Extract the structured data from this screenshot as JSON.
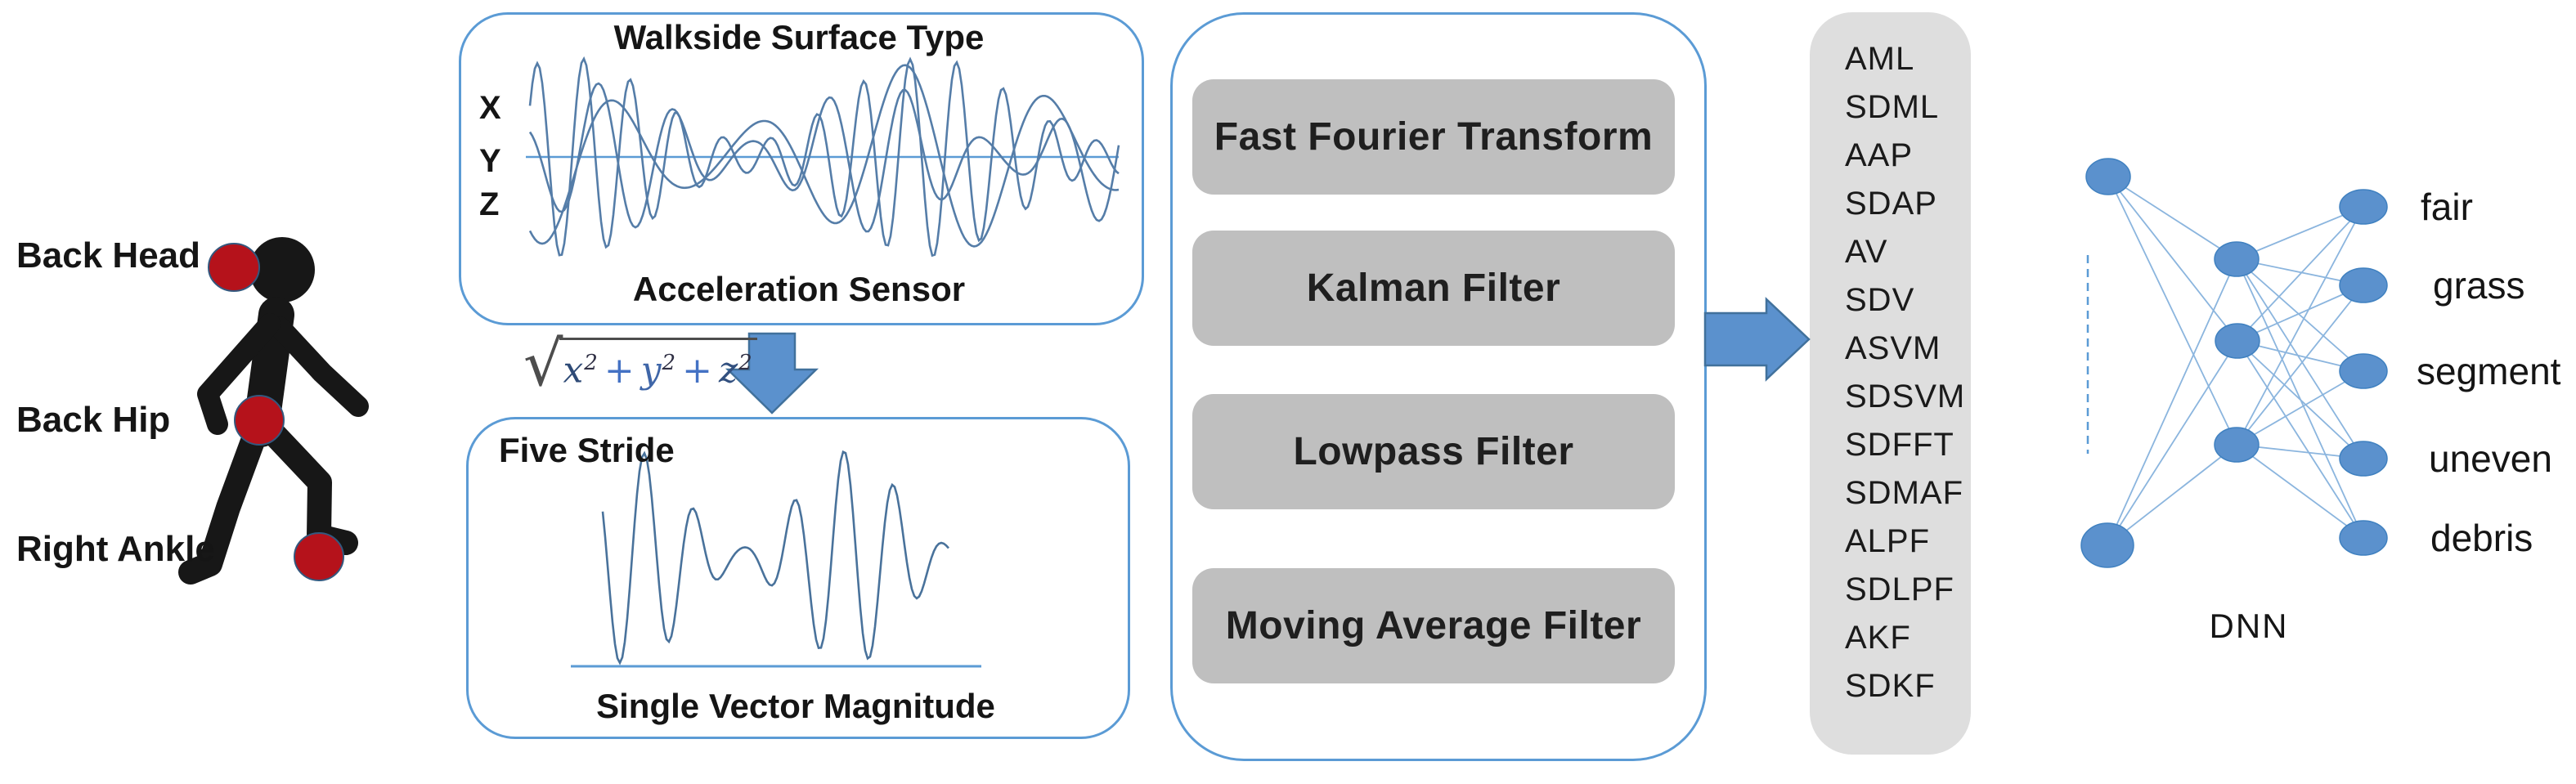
{
  "sensor_placement": {
    "labels": [
      "Back Head",
      "Back Hip",
      "Right Ankle"
    ]
  },
  "acceleration_box": {
    "title": "Walkside Surface Type",
    "axes": [
      "X",
      "Y",
      "Z"
    ],
    "caption": "Acceleration Sensor"
  },
  "formula": {
    "radical": "√",
    "terms": [
      {
        "base": "x",
        "exp": "2"
      },
      {
        "base": "y",
        "exp": "2"
      },
      {
        "base": "z",
        "exp": "2"
      }
    ],
    "operator": "+"
  },
  "svm_box": {
    "title": "Five Stride",
    "caption": "Single Vector Magnitude"
  },
  "processing": {
    "steps": [
      "Fast Fourier Transform",
      "Kalman Filter",
      "Lowpass Filter",
      "Moving Average Filter"
    ]
  },
  "features": {
    "items": [
      "AML",
      "SDML",
      "AAP",
      "SDAP",
      "AV",
      "SDV",
      "ASVM",
      "SDSVM",
      "SDFFT",
      "SDMAF",
      "ALPF",
      "SDLPF",
      "AKF",
      "SDKF"
    ]
  },
  "dnn": {
    "label": "DNN",
    "outputs": [
      "fair",
      "grass",
      "segment",
      "uneven",
      "debris"
    ]
  },
  "colors": {
    "accent_blue": "#5b9bd5",
    "shape_blue": "#5b91cd",
    "arrow_border": "#41719c",
    "signal_blue": "#557da8",
    "gray_box": "#bfbfbf",
    "panel_gray": "#dedede",
    "marker_red": "#b5121b",
    "text": "#1b1b1b"
  }
}
